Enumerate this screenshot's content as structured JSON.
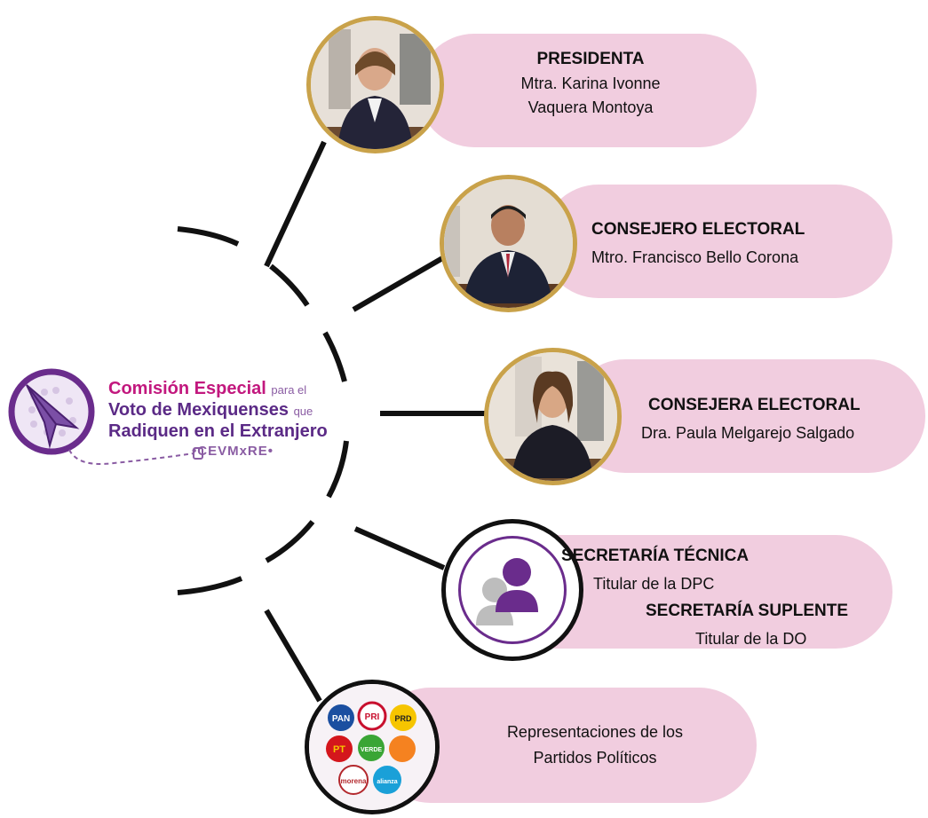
{
  "logo": {
    "line1_bold": "Comisión Especial",
    "line1_small": "para el",
    "line2_bold": "Voto de Mexiquenses",
    "line2_small": "que",
    "line3_bold": "Radiquen en el Extranjero",
    "acronym": "•CEVMxRE•"
  },
  "members": [
    {
      "role": "PRESIDENTA",
      "name_line1": "Mtra. Karina Ivonne",
      "name_line2": "Vaquera Montoya"
    },
    {
      "role": "CONSEJERO ELECTORAL",
      "name_line1": "Mtro. Francisco Bello Corona"
    },
    {
      "role": "CONSEJERA ELECTORAL",
      "name_line1": "Dra. Paula Melgarejo Salgado"
    },
    {
      "role": "SECRETARÍA TÉCNICA",
      "name_line1": "Titular de la DPC",
      "role2": "SECRETARÍA SUPLENTE",
      "name_line2": "Titular de la DO"
    },
    {
      "name_line1": "Representaciones de los",
      "name_line2": "Partidos Políticos"
    }
  ],
  "parties": [
    "PAN",
    "PRI",
    "PRD",
    "PT",
    "VERDE",
    "MC",
    "morena",
    "alianza"
  ],
  "colors": {
    "pill": "#f1cddf",
    "gold": "#c9a24a",
    "purple": "#6a2c8c",
    "magenta": "#c2187e"
  }
}
